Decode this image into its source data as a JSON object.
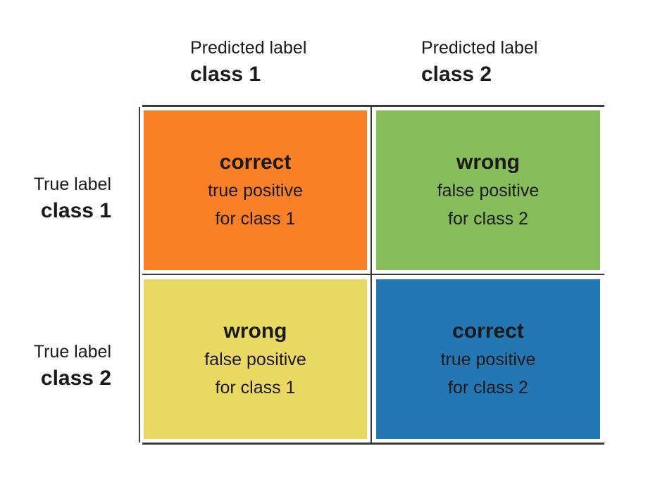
{
  "columns": [
    {
      "predicted_label": "Predicted label",
      "class_name": "class 1"
    },
    {
      "predicted_label": "Predicted label",
      "class_name": "class 2"
    }
  ],
  "rows": [
    {
      "true_label": "True label",
      "class_name": "class 1"
    },
    {
      "true_label": "True label",
      "class_name": "class 2"
    }
  ],
  "cells": [
    {
      "verdict": "correct",
      "line1": "true positive",
      "line2": "for class 1",
      "color": "#F98026"
    },
    {
      "verdict": "wrong",
      "line1": "false positive",
      "line2": "for class 2",
      "color": "#86BC5A"
    },
    {
      "verdict": "wrong",
      "line1": "false positive",
      "line2": "for class 1",
      "color": "#E9D962"
    },
    {
      "verdict": "correct",
      "line1": "true positive",
      "line2": "for class 2",
      "color": "#2577B3"
    }
  ]
}
